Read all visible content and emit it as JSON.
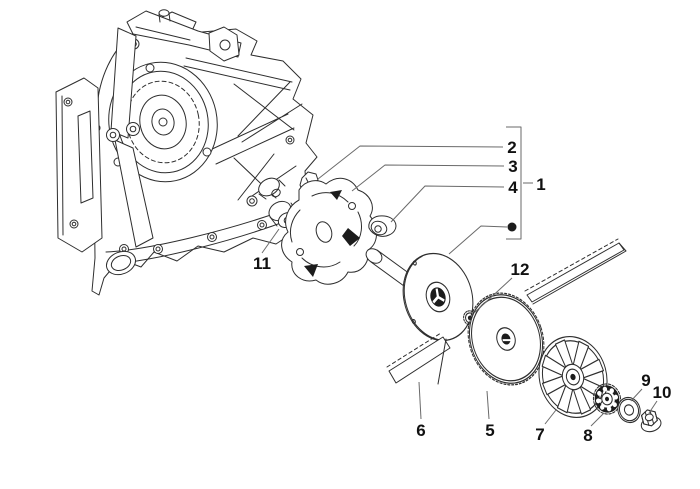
{
  "figure": {
    "callouts": [
      {
        "label": "1"
      },
      {
        "label": "2"
      },
      {
        "label": "3"
      },
      {
        "label": "4"
      },
      {
        "label": "5"
      },
      {
        "label": "6"
      },
      {
        "label": "7"
      },
      {
        "label": "8"
      },
      {
        "label": "9"
      },
      {
        "label": "10"
      },
      {
        "label": "11"
      },
      {
        "label": "12"
      }
    ],
    "colors": {
      "background": "#ffffff",
      "line": "#2e2e2e",
      "leader": "#6a6a6a",
      "text": "#111111",
      "dark_fill": "#1c1c1c"
    }
  }
}
